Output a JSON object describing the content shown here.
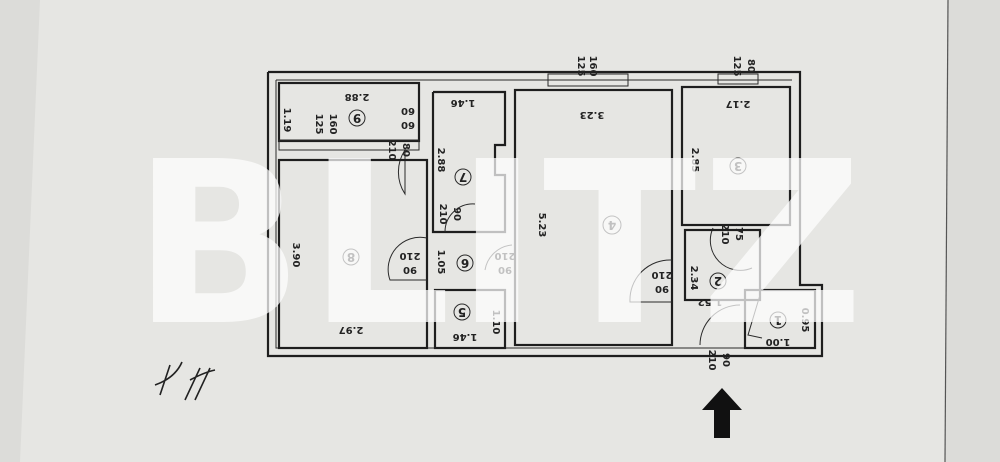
{
  "watermark": "BLITZ",
  "rooms": [
    {
      "number": "1",
      "dims": [
        "0.95",
        "1.00"
      ]
    },
    {
      "number": "2",
      "dims": [
        "2.34",
        "1.52"
      ]
    },
    {
      "number": "3",
      "dims": [
        "2.17",
        "2.85"
      ]
    },
    {
      "number": "4",
      "dims": [
        "3.23",
        "5.23"
      ]
    },
    {
      "number": "5",
      "dims": [
        "1.46",
        "1.10"
      ]
    },
    {
      "number": "6",
      "dims": [
        "1.05"
      ]
    },
    {
      "number": "7",
      "dims": [
        "1.46",
        "2.88"
      ]
    },
    {
      "number": "8",
      "dims": [
        "3.90",
        "2.97"
      ]
    },
    {
      "number": "9",
      "dims": [
        "2.88",
        "1.19"
      ]
    }
  ],
  "openings": {
    "window_4": [
      "160",
      "125"
    ],
    "window_3": [
      "80",
      "125"
    ],
    "window_9": [
      "160",
      "125"
    ],
    "vent_9": [
      "60",
      "60"
    ],
    "door_9": [
      "80",
      "210"
    ],
    "door_7": [
      "90",
      "210"
    ],
    "door_8": [
      "90",
      "210"
    ],
    "door_5": [
      "90",
      "210"
    ],
    "door_3": [
      "75",
      "210"
    ],
    "door_4": [
      "90",
      "210"
    ],
    "door_entrance": [
      "90",
      "210"
    ]
  },
  "entrance_arrow": "arrow-up-icon",
  "colors": {
    "paper": "#e4e4e1",
    "ink": "#1e1e1e",
    "watermark": "#ffffff"
  }
}
